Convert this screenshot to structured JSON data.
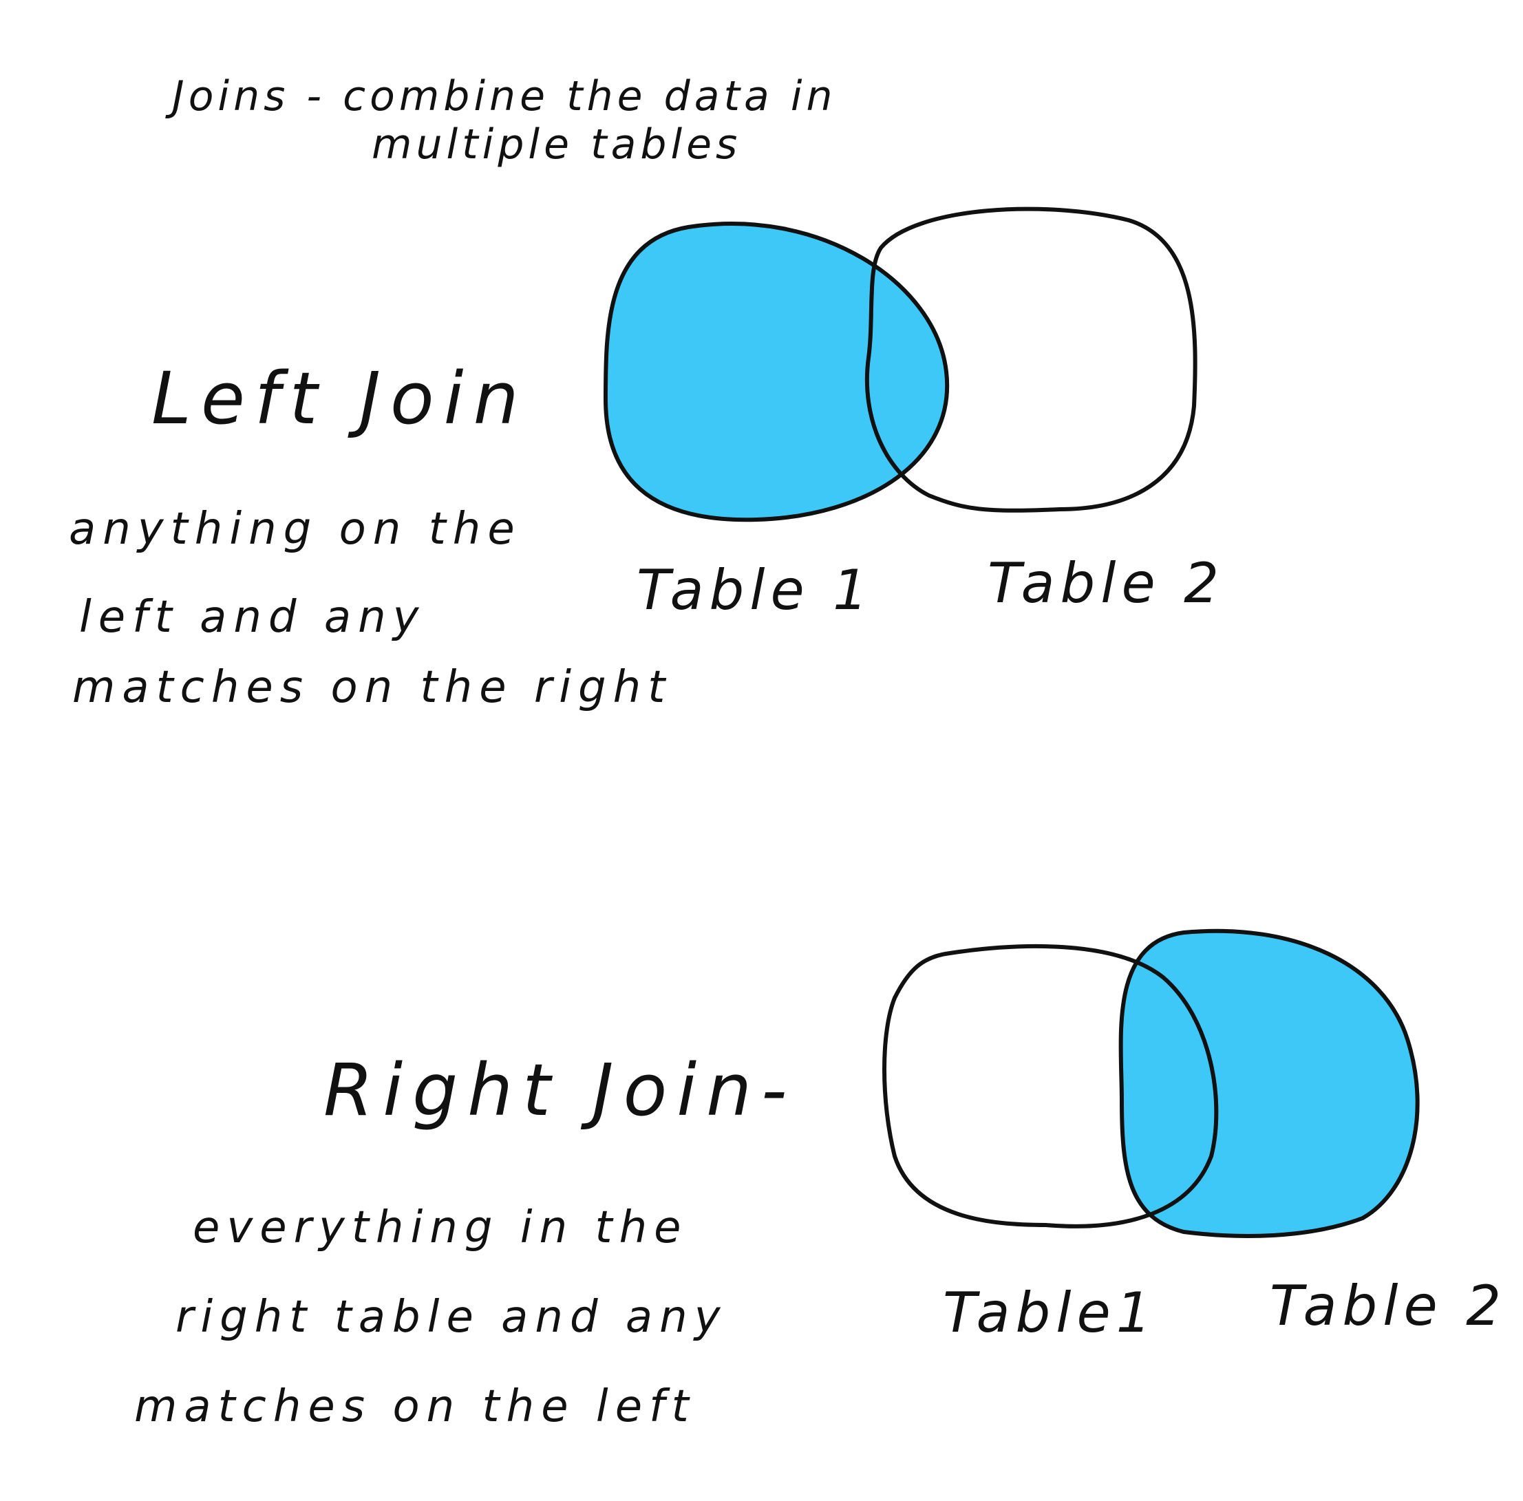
{
  "title": {
    "line1": "Joins - combine the data in",
    "line2": "multiple tables"
  },
  "left_join": {
    "heading": "Left Join",
    "description": [
      "anything on the",
      "left and any",
      "matches on the right"
    ],
    "table_left": "Table 1",
    "table_right": "Table 2",
    "shaded": "left"
  },
  "right_join": {
    "heading": "Right Join-",
    "description": [
      "everything in the",
      "right table and any",
      "matches on the left"
    ],
    "table_left": "Table1",
    "table_right": "Table 2",
    "shaded": "right"
  },
  "colors": {
    "fill": "#3ec8f8",
    "ink": "#111111",
    "background": "#ffffff"
  }
}
